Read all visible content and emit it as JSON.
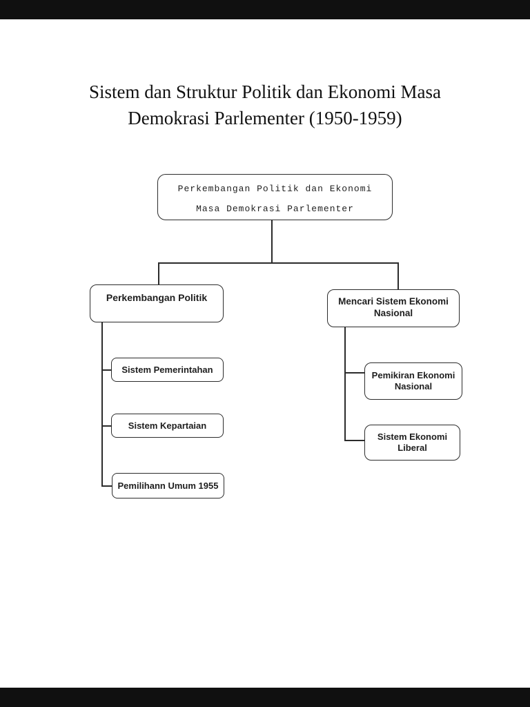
{
  "document": {
    "title_line1": "Sistem dan Struktur Politik dan Ekonomi Masa",
    "title_line2": "Demokrasi Parlementer (1950-1959)"
  },
  "diagram": {
    "root": {
      "line1": "Perkembangan Politik dan Ekonomi",
      "line2": "Masa Demokrasi Parlementer"
    },
    "left_branch": {
      "label": "Perkembangan Politik",
      "children": [
        {
          "label": "Sistem Pemerintahan"
        },
        {
          "label": "Sistem Kepartaian"
        },
        {
          "label": "Pemilihann Umum 1955"
        }
      ]
    },
    "right_branch": {
      "line1": "Mencari Sistem Ekonomi",
      "line2": "Nasional",
      "children": [
        {
          "line1": "Pemikiran Ekonomi",
          "line2": "Nasional"
        },
        {
          "line1": "Sistem Ekonomi",
          "line2": "Liberal"
        }
      ]
    }
  },
  "colors": {
    "viewer_bg": "#101010",
    "page_bg": "#ffffff",
    "stroke": "#2b2b2b",
    "text": "#1e1e1e"
  }
}
